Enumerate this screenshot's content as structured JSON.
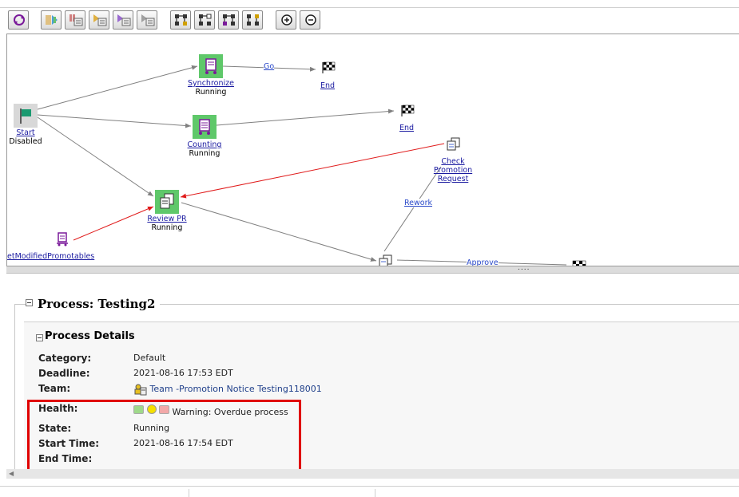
{
  "toolbar": {
    "buttons": [
      "refresh-icon",
      "resume-icon",
      "suspend-icon",
      "suspend-all-icon",
      "terminate-icon",
      "reassign-icon",
      "add-node-icon",
      "remove-node-icon",
      "add-link-icon",
      "remove-link-icon",
      "zoom-in-icon",
      "zoom-out-icon"
    ]
  },
  "workflow": {
    "nodes": {
      "start": {
        "label": "Start",
        "status": "Disabled"
      },
      "synchronize": {
        "label": "Synchronize",
        "status": "Running"
      },
      "counting": {
        "label": "Counting",
        "status": "Running"
      },
      "review_pr": {
        "label": "Review PR",
        "status": "Running"
      },
      "end1": {
        "label": "End"
      },
      "end2": {
        "label": "End"
      },
      "check_promotion": {
        "line1": "Check",
        "line2": "Promotion",
        "line3": "Request"
      },
      "set_modified": {
        "label": "etModifiedPromotables"
      }
    },
    "edges": {
      "go": "Go",
      "rework": "Rework",
      "approve": "Approve"
    },
    "colors": {
      "task_bg": "#5fc86a",
      "normal_edge": "#808080",
      "rework_edge": "#e01a1a"
    }
  },
  "splitter": {
    "grip": "...."
  },
  "process": {
    "title": "Process: Testing2",
    "details_title": "Process Details",
    "category_label": "Category:",
    "category": "Default",
    "deadline_label": "Deadline:",
    "deadline": "2021-08-16 17:53 EDT",
    "team_label": "Team:",
    "team": "Team -Promotion Notice Testing118001",
    "health_label": "Health:",
    "health": "Warning: Overdue process",
    "health_colors": [
      "#9fd98a",
      "#f5e000",
      "#f2a8a8"
    ],
    "state_label": "State:",
    "state": "Running",
    "start_time_label": "Start Time:",
    "start_time": "2021-08-16 17:54 EDT",
    "end_time_label": "End Time:",
    "end_time": ""
  },
  "highlight_color": "#e00000"
}
